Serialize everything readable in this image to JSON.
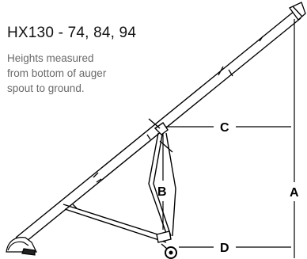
{
  "title": "HX130 - 74, 84, 94",
  "note_lines": [
    "Heights measured",
    "from bottom of auger",
    "spout to ground."
  ],
  "dimensions": {
    "a": "A",
    "b": "B",
    "c": "C",
    "d": "D"
  },
  "colors": {
    "line": "#000000",
    "text_muted": "#6a6a6a"
  }
}
